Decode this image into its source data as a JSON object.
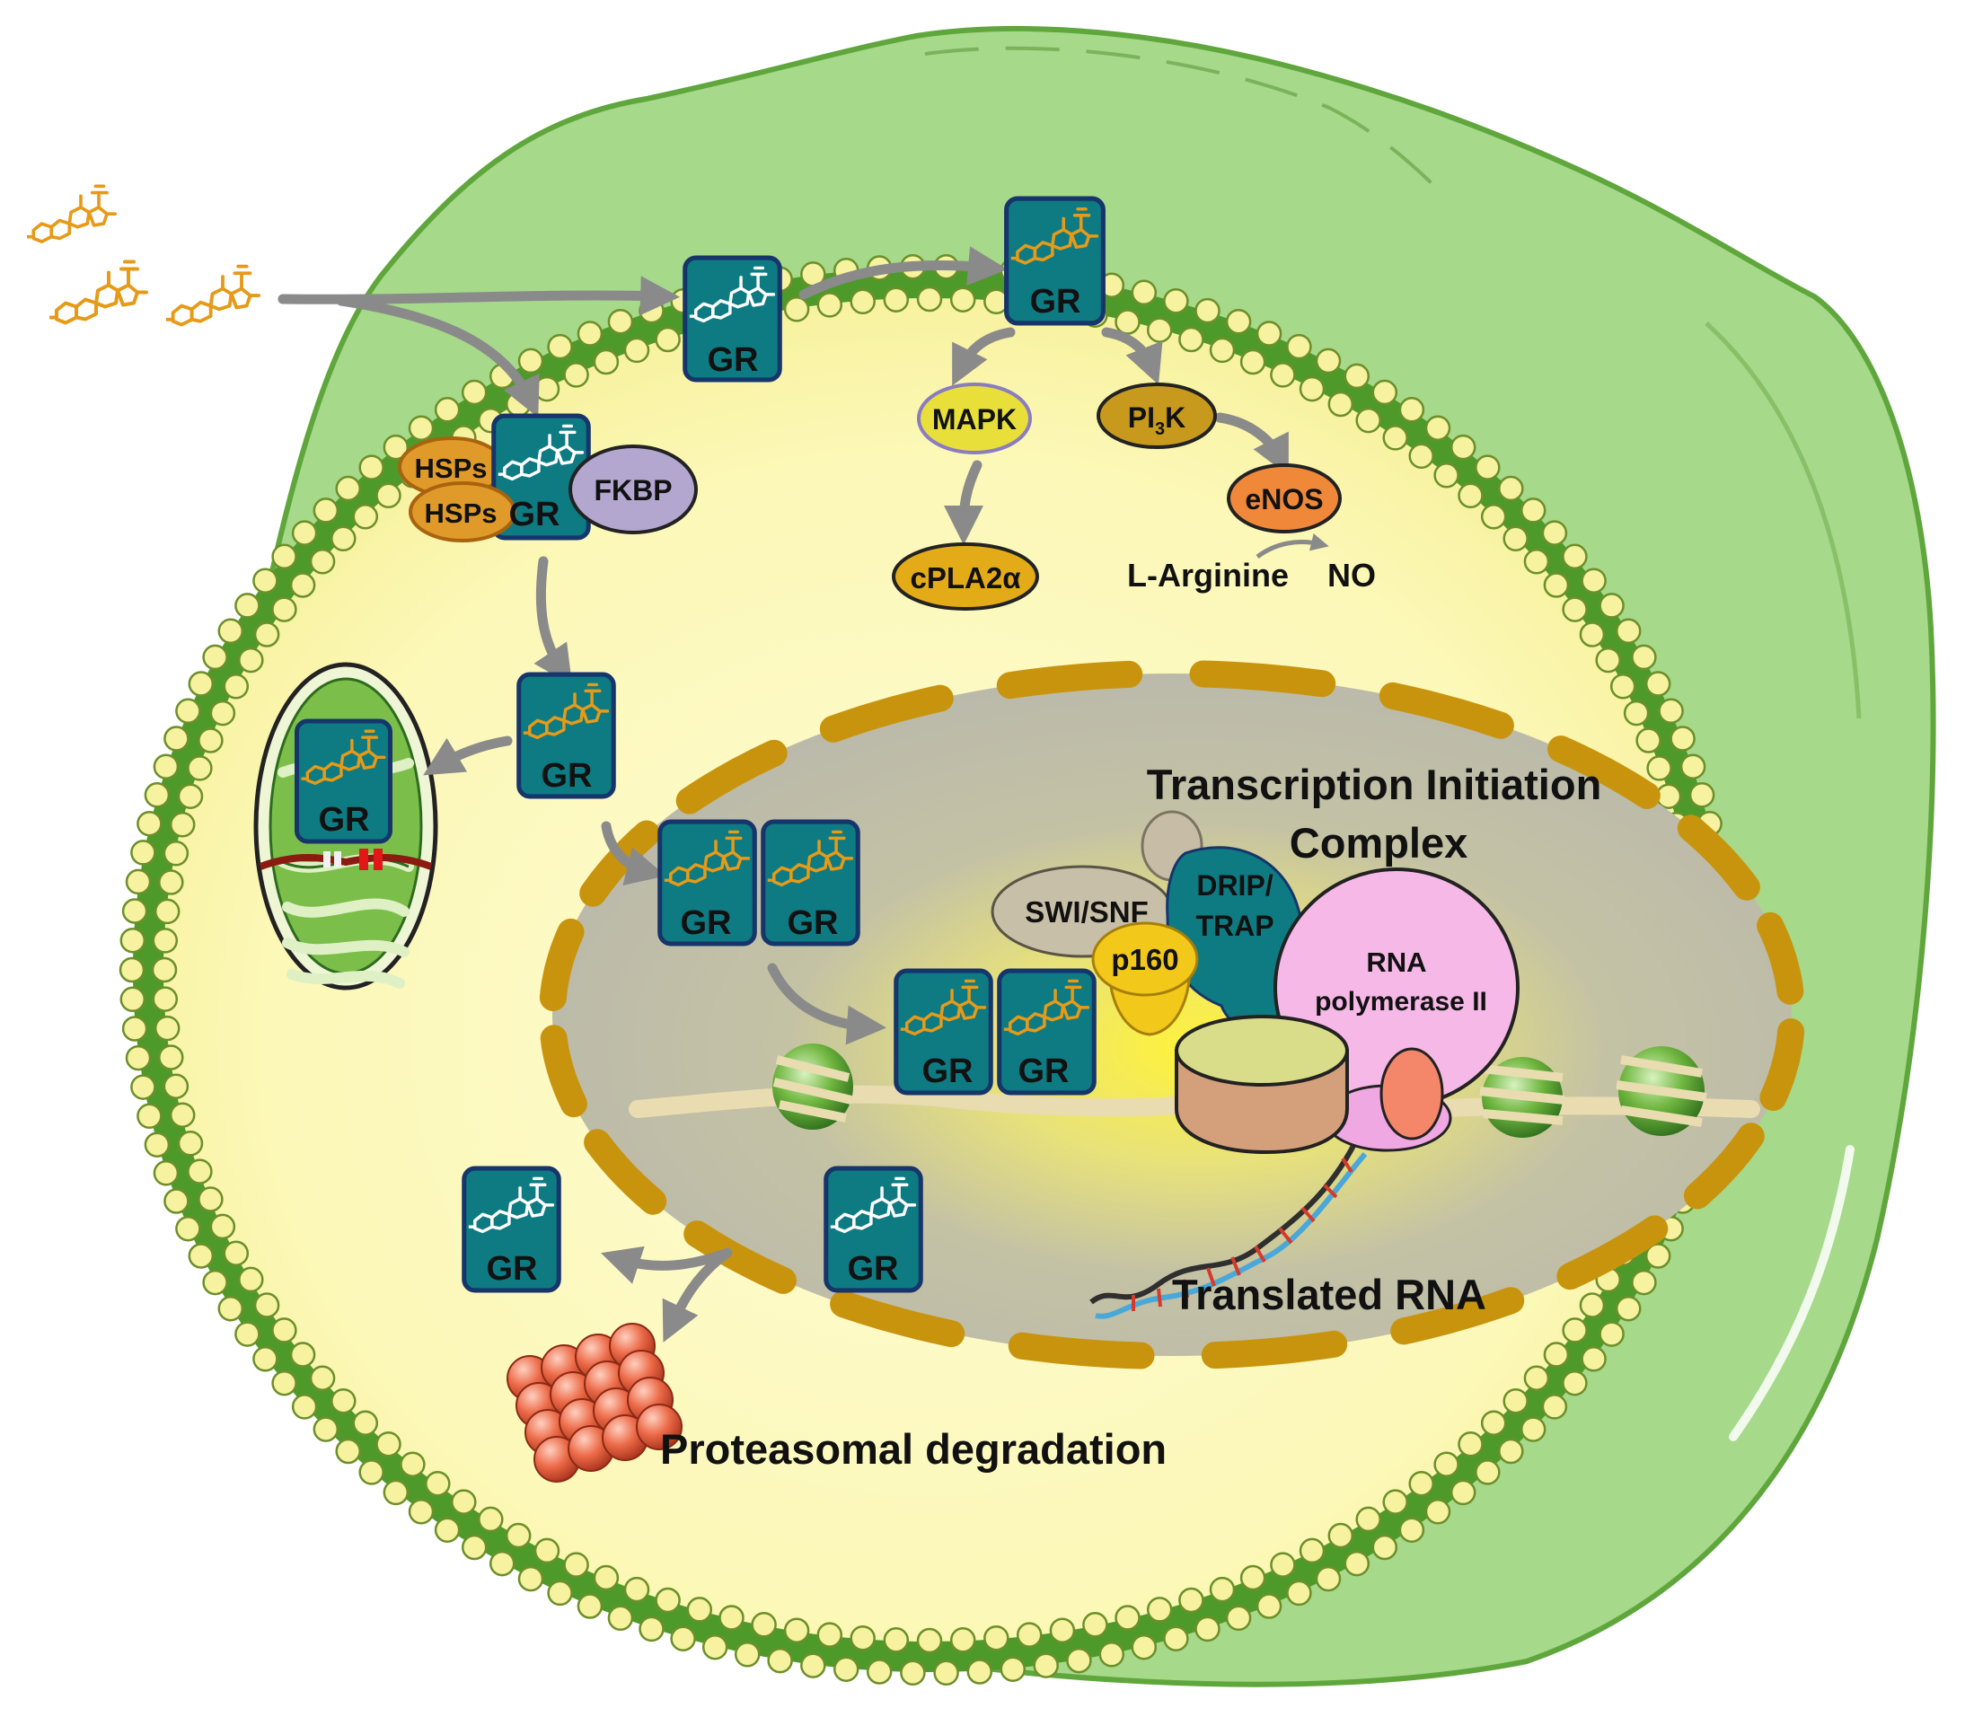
{
  "labels": {
    "gr": "GR",
    "hsps": "HSPs",
    "fkbp": "FKBP",
    "mapk": "MAPK",
    "pi3k_prefix": "PI",
    "pi3k_sub": "3",
    "pi3k_suffix": "K",
    "enos": "eNOS",
    "cpla2a": "cPLA2α",
    "l_arginine": "L-Arginine",
    "no": "NO",
    "tic_line1": "Transcription Initiation",
    "tic_line2": "Complex",
    "swi_snf": "SWI/SNF",
    "drip_line1": "DRIP/",
    "drip_line2": "TRAP",
    "p160": "p160",
    "rnapol_line1": "RNA",
    "rnapol_line2": "polymerase II",
    "translated_rna": "Translated RNA",
    "proteasomal": "Proteasomal degradation"
  },
  "colors": {
    "gr_box": "#0e7b83",
    "steroid_orange": "#e69a18",
    "membrane_green": "#4d9a2a",
    "membrane_bead": "#f6f2a0",
    "cytoplasm": "#fbf7b2",
    "outer_green": "#a6d98a",
    "nucleus_gray": "#bdbdb0",
    "nuclear_envelope": "#c8940e",
    "hsp_orange": "#e09a2a",
    "fkbp_purple": "#b3a6cf",
    "mapk_yellow": "#e9df3b",
    "pi3k_gold": "#c79a1e",
    "enos_orange": "#f0883a",
    "cpla2_gold": "#e3ab17",
    "rnapol_pink": "#f6b8e6",
    "proteasome_red": "#e8583c"
  },
  "icons": [
    "steroid-molecule-icon",
    "mitochondrion-icon",
    "dna-helix-icon",
    "proteasome-icon",
    "nucleosome-icon"
  ]
}
